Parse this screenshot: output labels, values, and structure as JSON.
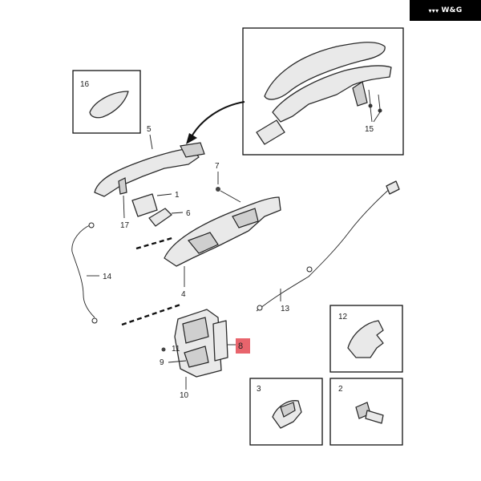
{
  "logo": {
    "text": "W&G",
    "mark": "▾▾▾"
  },
  "highlight_color": "#e8646c",
  "callouts": {
    "p1": "1",
    "p2": "2",
    "p3": "3",
    "p4": "4",
    "p5": "5",
    "p6": "6",
    "p7": "7",
    "p8": "8",
    "p9": "9",
    "p10": "10",
    "p11": "11",
    "p12": "12",
    "p13": "13",
    "p14": "14",
    "p15": "15",
    "p16": "16",
    "p17": "17"
  }
}
